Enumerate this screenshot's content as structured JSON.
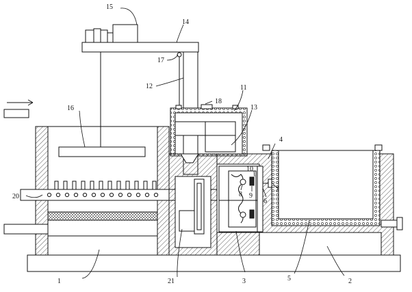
{
  "labels": {
    "n1": "1",
    "n2": "2",
    "n3": "3",
    "n4": "4",
    "n5": "5",
    "n6": "6",
    "n7": "7",
    "n8": "8",
    "n9": "9",
    "n10": "10",
    "n11": "11",
    "n12": "12",
    "n13": "13",
    "n14": "14",
    "n15": "15",
    "n16": "16",
    "n17": "17",
    "n18": "18",
    "n20": "20",
    "n21": "21"
  },
  "icons": {
    "flow_arrow": "arrow-right-icon"
  },
  "colors": {
    "line": "#111111",
    "background": "#ffffff"
  }
}
